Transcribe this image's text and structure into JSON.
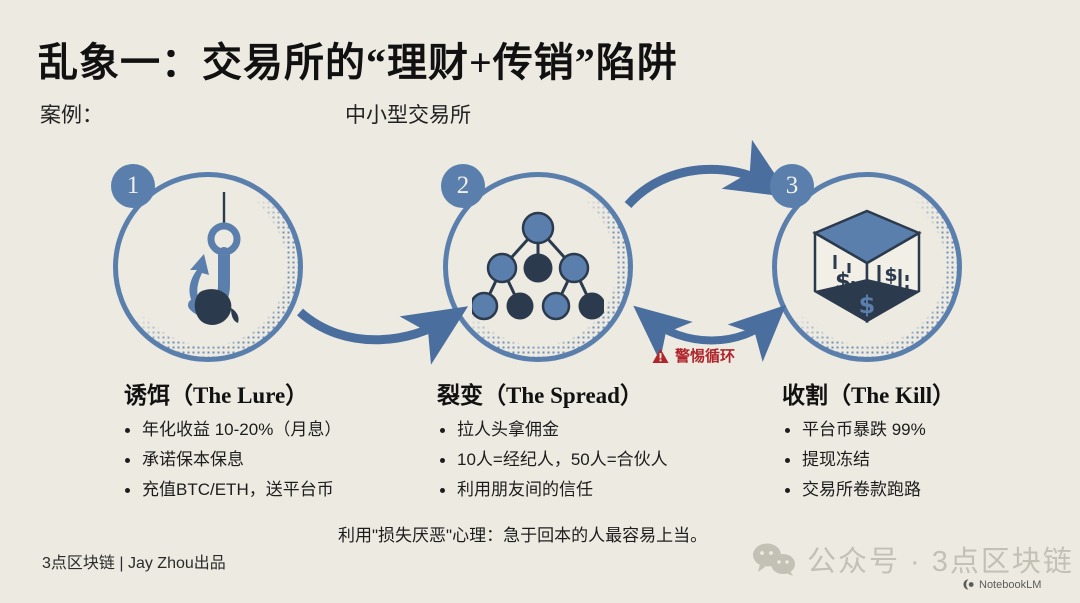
{
  "header": {
    "title": "乱象一：交易所的“理财+传销”陷阱",
    "case_label": "案例：",
    "case_value": "中小型交易所"
  },
  "stages": [
    {
      "number": "1",
      "icon": "fishing-hook-icon",
      "title": "诱饵（The Lure）",
      "bullets": [
        "年化收益 10-20%（月息）",
        "承诺保本保息",
        "充值BTC/ETH，送平台币"
      ]
    },
    {
      "number": "2",
      "icon": "network-pyramid-icon",
      "title": "裂变（The Spread）",
      "bullets": [
        "拉人头拿佣金",
        "10人=经纪人，50人=合伙人",
        "利用朋友间的信任"
      ]
    },
    {
      "number": "3",
      "icon": "money-box-icon",
      "title": "收割（The Kill）",
      "bullets": [
        "平台币暴跌 99%",
        "提现冻结",
        "交易所卷款跑路"
      ]
    }
  ],
  "warning": {
    "icon": "warning-triangle-icon",
    "text": "警惕循环"
  },
  "caption": "利用\"损失厌恶\"心理：急于回本的人最容易上当。",
  "footer": {
    "credit": "3点区块链 | Jay Zhou出品",
    "watermark_icon": "wechat-icon",
    "watermark_text": "公众号 · 3点区块链",
    "notebook_icon": "notebooklm-icon",
    "notebook_label": "NotebookLM"
  },
  "colors": {
    "background": "#edeae2",
    "blue": "#5a7fad",
    "navy": "#2c3a4d",
    "warning_red": "#b0262c",
    "watermark_grey": "#c3c0b6"
  }
}
